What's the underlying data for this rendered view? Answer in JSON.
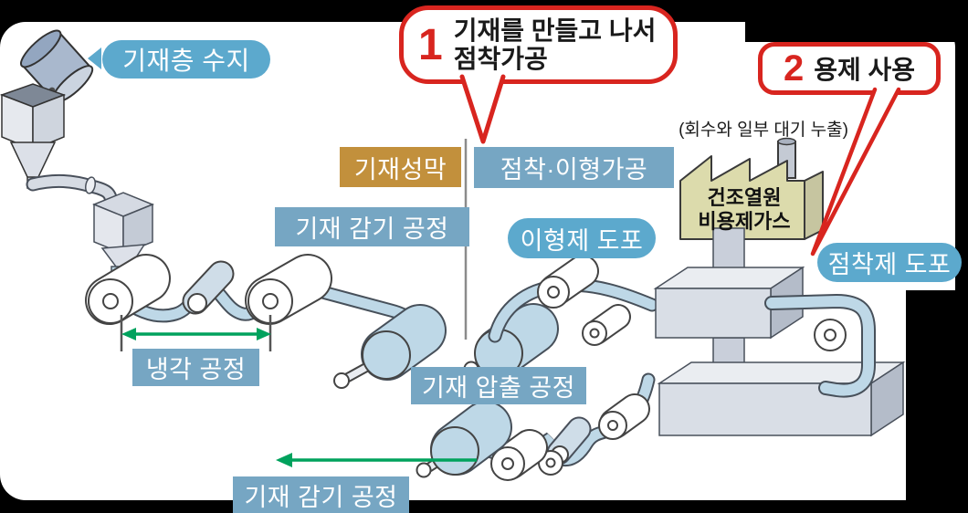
{
  "colors": {
    "accent_red": "#d8251f",
    "label_pill_blue": "#5ca9cd",
    "label_rect_blue": "#76a6c3",
    "label_orange": "#c2903c",
    "green_arrow": "#00a25d",
    "film_blue": "#bed8e7",
    "oven_fill": "#dcdbac"
  },
  "callouts": {
    "one": {
      "number": "1",
      "line1": "기재를 만들고 나서",
      "line2": "점착가공"
    },
    "two": {
      "number": "2",
      "text": "용제 사용"
    }
  },
  "labels": {
    "base_layer_resin": "기재층 수지",
    "base_film_forming": "기재성막",
    "adhesive_release_processing": "점착·이형가공",
    "base_winding_process_top": "기재 감기 공정",
    "release_agent_coating": "이형제 도포",
    "cooling_process": "냉각 공정",
    "base_extrusion_process": "기재 압출 공정",
    "base_winding_process_bottom": "기재 감기 공정",
    "adhesive_coating": "점착제 도포"
  },
  "annotations": {
    "recovery_note": "(회수와 일부 대기 누출)",
    "dryer_heat_line1": "건조열원",
    "dryer_heat_line2": "비용제가스"
  }
}
